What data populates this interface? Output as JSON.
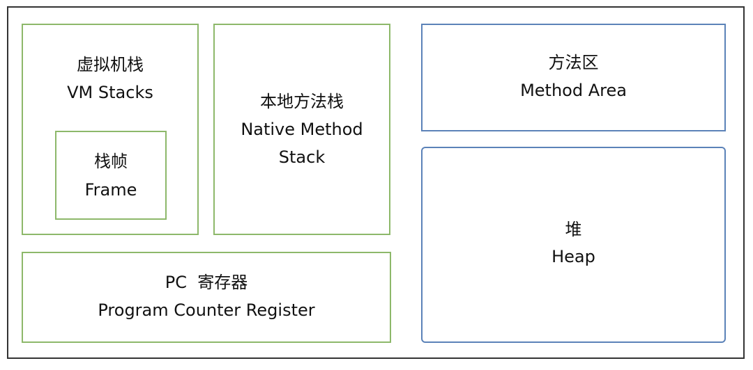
{
  "vm_stacks": {
    "cn": "虚拟机栈",
    "en": "VM Stacks"
  },
  "frame": {
    "cn": "栈帧",
    "en": "Frame"
  },
  "native_stack": {
    "cn": "本地方法栈",
    "en_line1": "Native Method",
    "en_line2": "Stack"
  },
  "method_area": {
    "cn": "方法区",
    "en": "Method Area"
  },
  "heap": {
    "cn": "堆",
    "en": "Heap"
  },
  "pc_register": {
    "cn": "PC  寄存器",
    "en": "Program Counter Register"
  },
  "colors": {
    "green_border": "#8db86a",
    "blue_border": "#5b82b8",
    "outer_border": "#333333"
  }
}
